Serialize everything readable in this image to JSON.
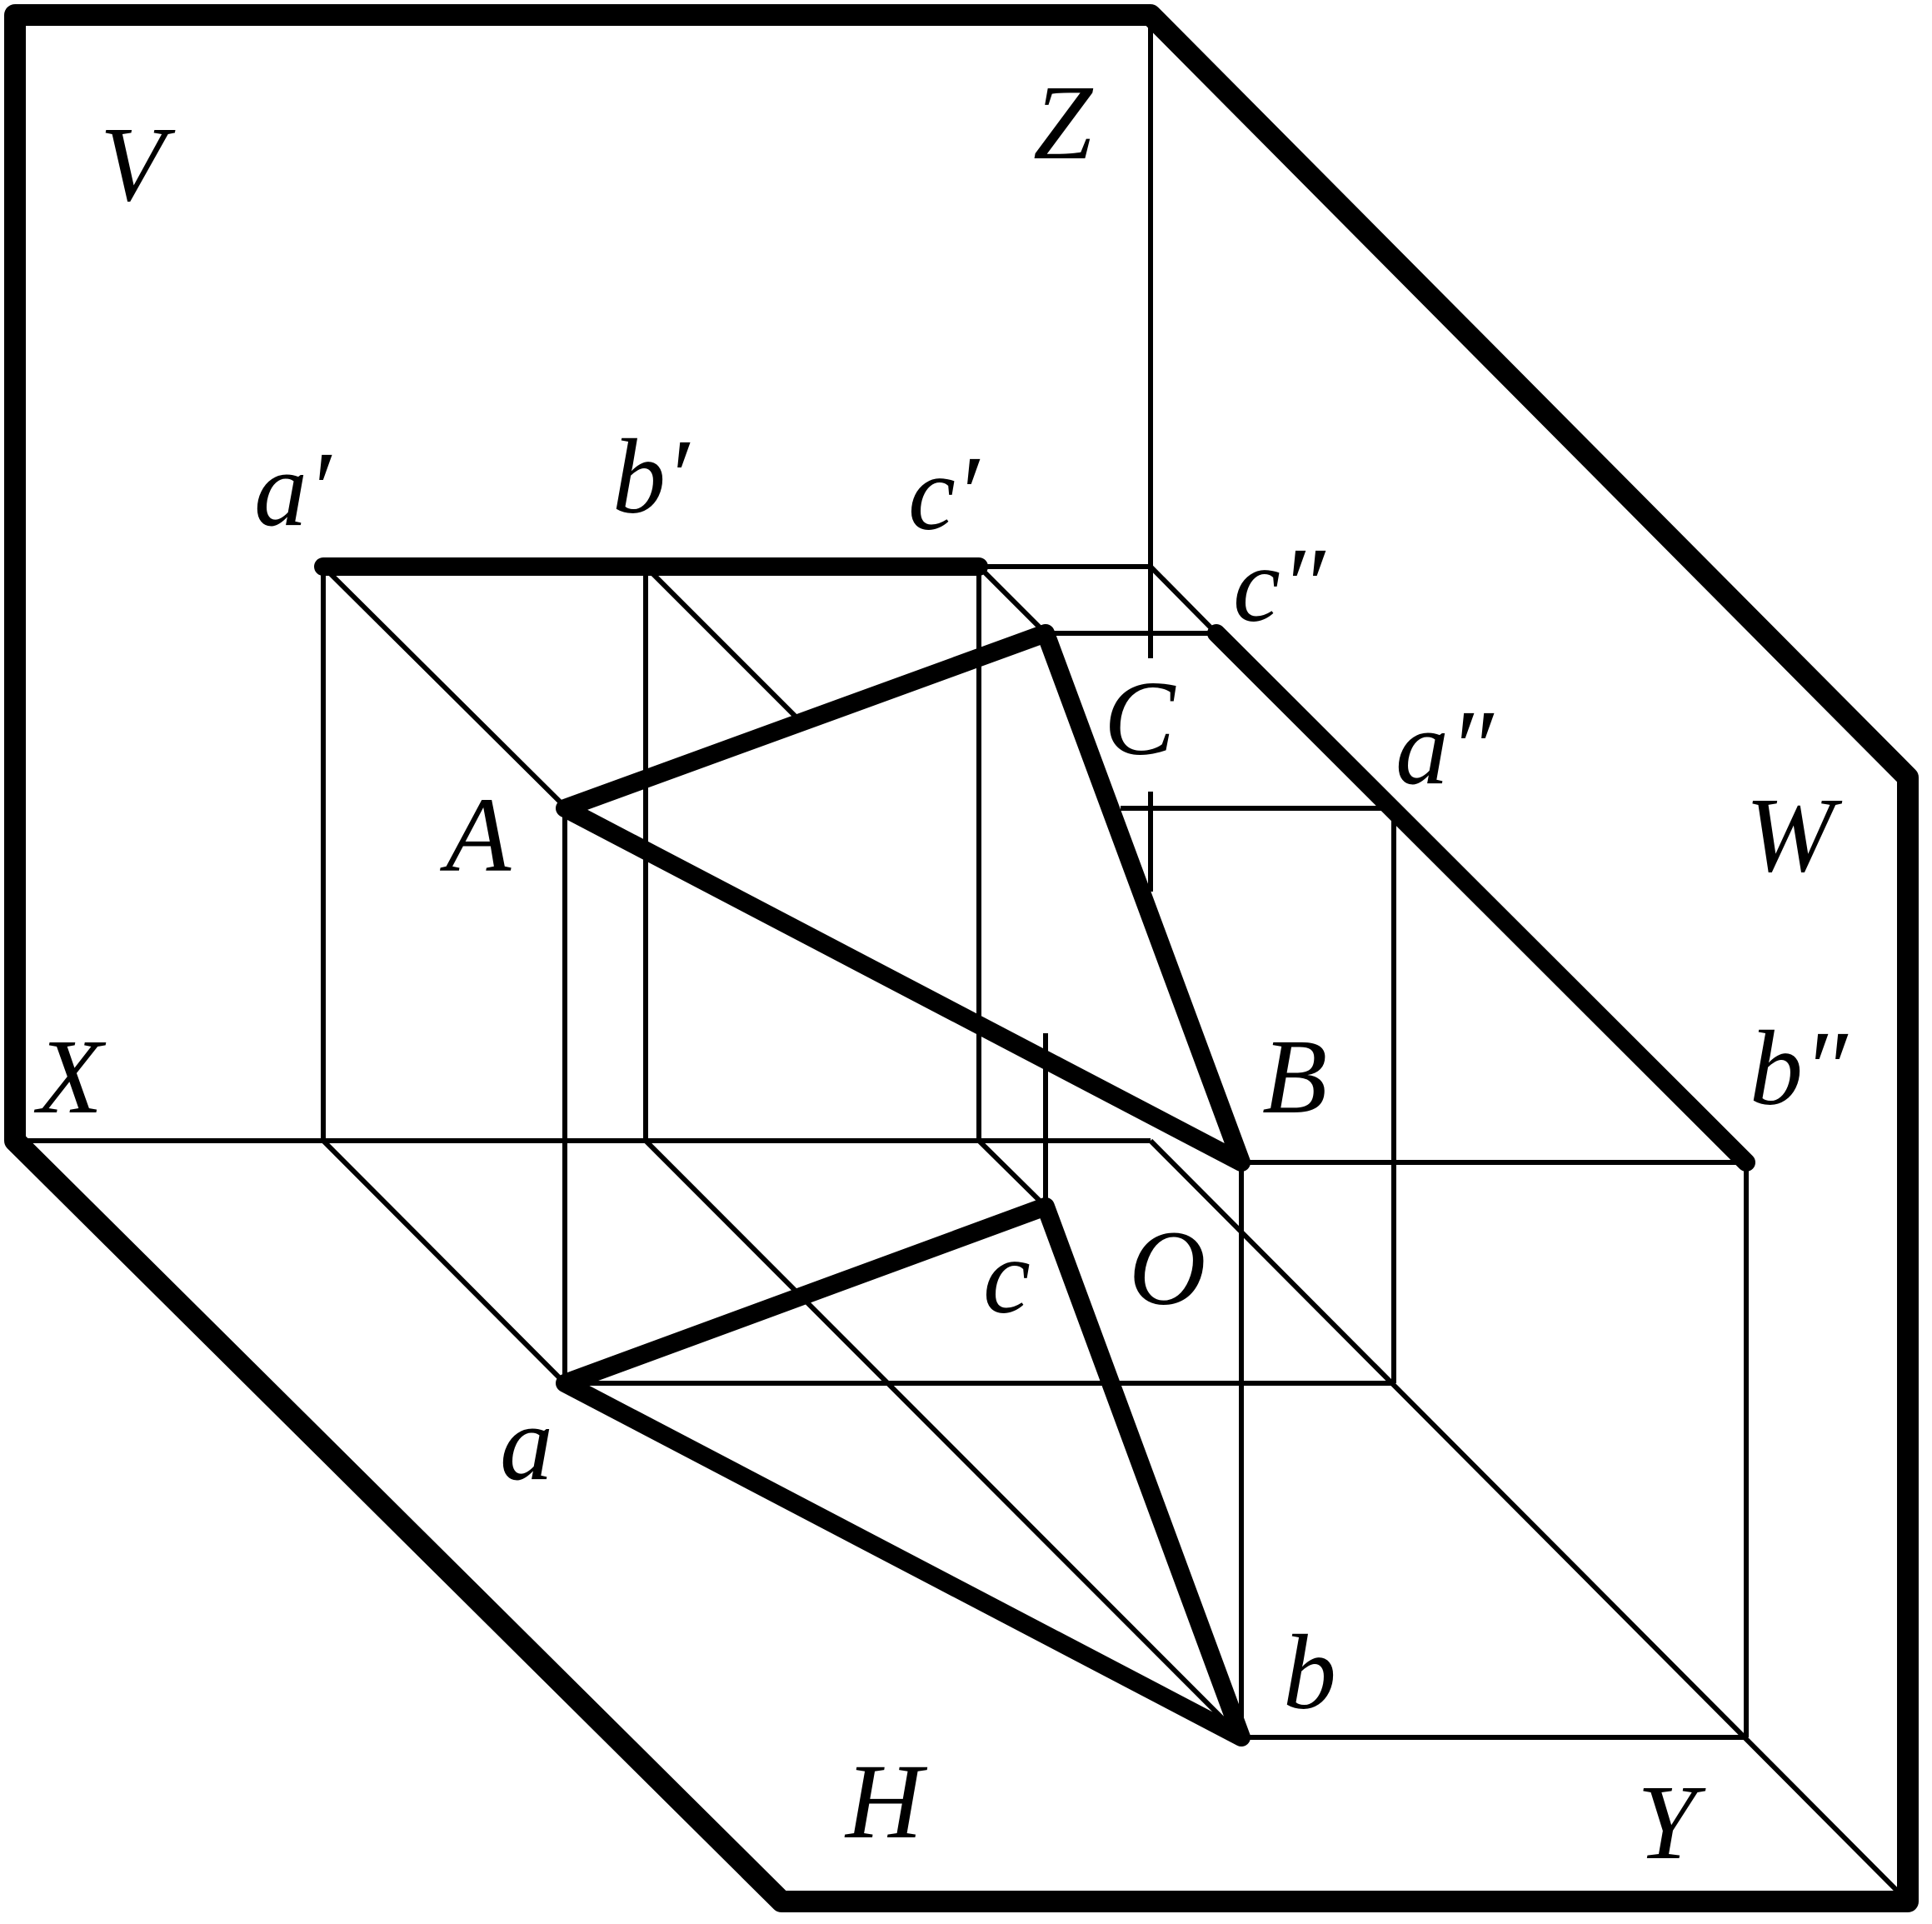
{
  "labels": {
    "plane_v": "V",
    "plane_h": "H",
    "plane_w": "W",
    "axis_x": "X",
    "axis_y": "Y",
    "axis_z": "Z",
    "origin": "O",
    "point_a_space": "A",
    "point_b_space": "B",
    "point_c_space": "C",
    "a_front": "a′",
    "b_front": "b′",
    "c_front": "c′",
    "a_side": "a″",
    "b_side": "b″",
    "c_side": "c″",
    "a_top": "a",
    "b_top": "b",
    "c_top": "c"
  }
}
